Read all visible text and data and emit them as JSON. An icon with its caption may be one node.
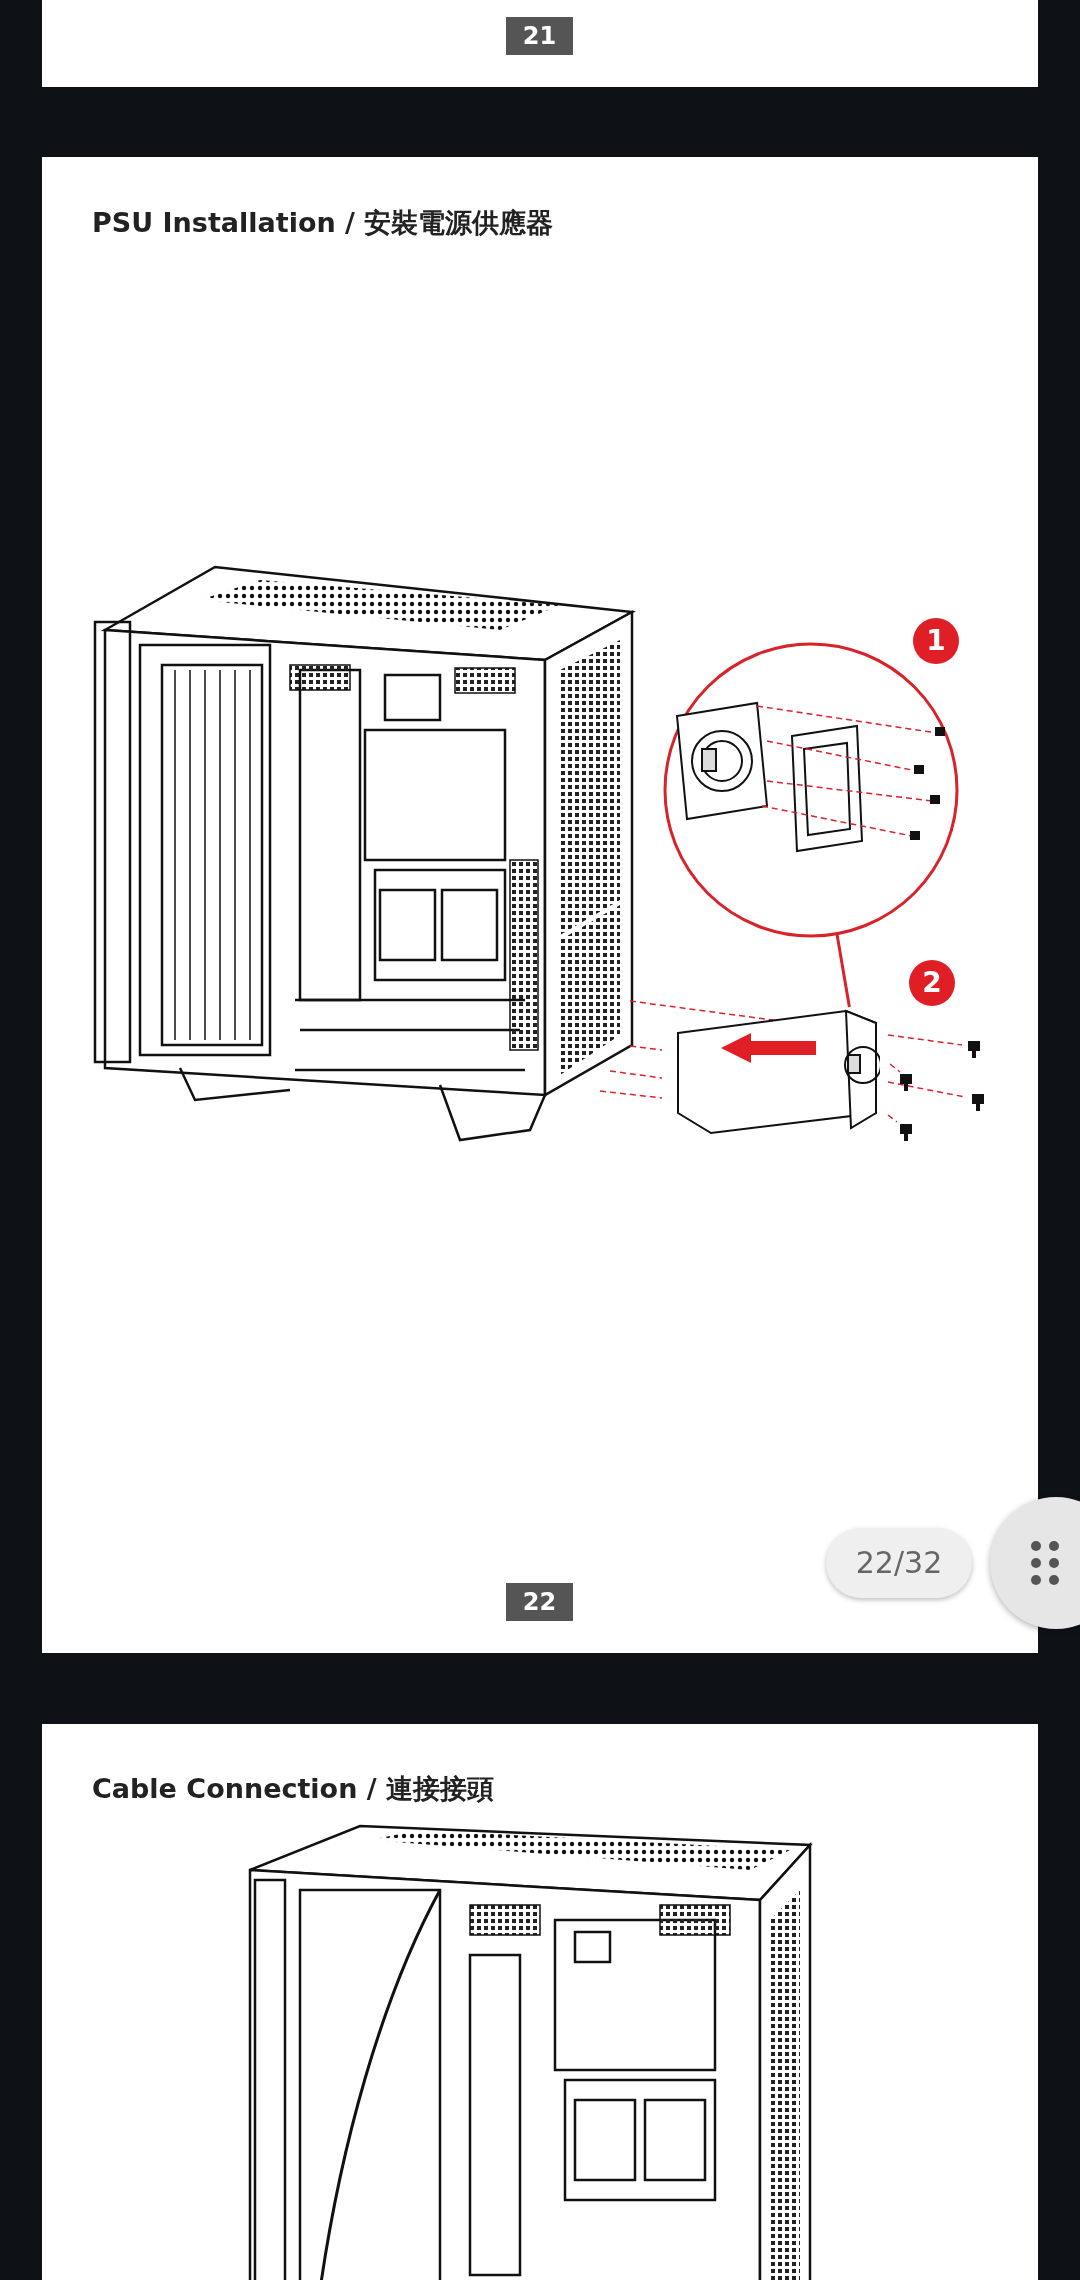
{
  "diagram": {
    "nodes": [
      {
        "text": [],
        "shape": "circle"
      },
      {
        "text": [],
        "shape": "picture"
      }
    ],
    "edges": [
      {
        "from": 0,
        "to": 1,
        "arrow": "none",
        "color": "#d8232a"
      }
    ],
    "labels": [
      "21",
      "PSU Installation / 安裝電源供應器",
      "1",
      "2",
      "22",
      "22/32",
      "Cable Connection / 連接接頭"
    ]
  }
}
